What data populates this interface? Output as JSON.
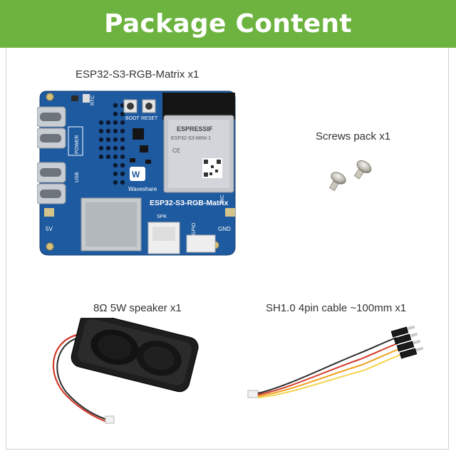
{
  "header": {
    "title": "Package Content",
    "color": "#6cb33f"
  },
  "items": [
    {
      "caption": "ESP32-S3-RGB-Matrix x1",
      "board": {
        "module_brand": "ESPRESSIF",
        "module_model": "ESP32-S3-MINI-1",
        "logo_text": "Waveshare",
        "silkscreen_title": "ESP32-S3-RGB-Matrix",
        "labels": {
          "rtc": "RTC",
          "boot": "BOOT",
          "reset": "RESET",
          "power": "POWER",
          "usb": "USB",
          "spk": "SPK",
          "gpio": "GPIO",
          "gnd": "GND",
          "v5": "5V",
          "mic": "MIC"
        },
        "colors": {
          "pcb": "#1e5aa0",
          "connector": "#eeeeee"
        }
      }
    },
    {
      "caption": "Screws pack x1"
    },
    {
      "caption": "8Ω 5W speaker x1"
    },
    {
      "caption": "SH1.0 4pin cable ~100mm x1"
    }
  ]
}
